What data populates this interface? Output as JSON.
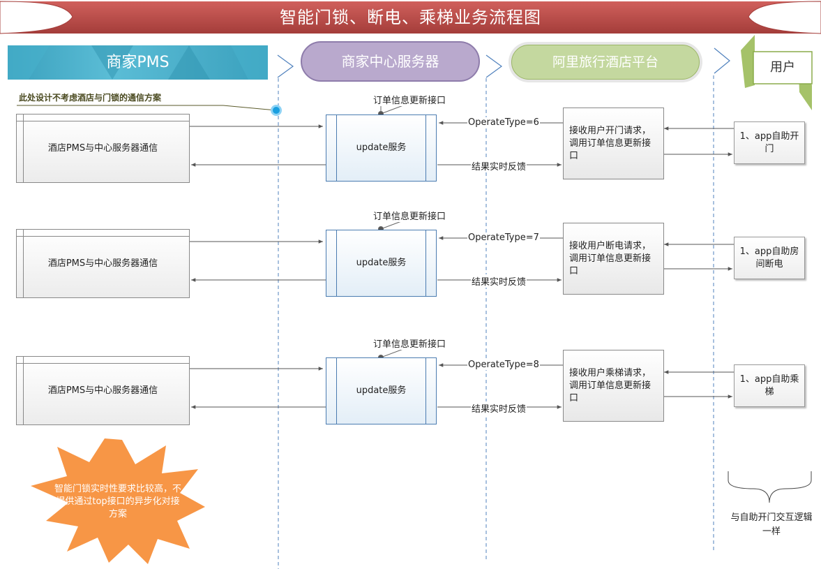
{
  "title": "智能门锁、断电、乘梯业务流程图",
  "lanes": {
    "pms": "商家PMS",
    "server": "商家中心服务器",
    "platform": "阿里旅行酒店平台",
    "user": "用户"
  },
  "note": "此处设计不考虑酒店与门锁的通信方案",
  "rows": [
    {
      "pms_box": "酒店PMS与中心服务器通信",
      "interface_label": "订单信息更新接口",
      "service": "update服务",
      "operate_type": "OperateType=6",
      "feedback": "结果实时反馈",
      "platform_box": "接收用户开门请求，调用订单信息更新接口",
      "user_box": "1、app自助开门"
    },
    {
      "pms_box": "酒店PMS与中心服务器通信",
      "interface_label": "订单信息更新接口",
      "service": "update服务",
      "operate_type": "OperateType=7",
      "feedback": "结果实时反馈",
      "platform_box": "接收用户断电请求，调用订单信息更新接口",
      "user_box": "1、app自助房间断电"
    },
    {
      "pms_box": "酒店PMS与中心服务器通信",
      "interface_label": "订单信息更新接口",
      "service": "update服务",
      "operate_type": "OperateType=8",
      "feedback": "结果实时反馈",
      "platform_box": "接收用户乘梯请求，调用订单信息更新接口",
      "user_box": "1、app自助乘梯"
    }
  ],
  "burst_note": "智能门锁实时性要求比较高，不提供通过top接口的异步化对接方案",
  "brace_note": "与自助开门交互逻辑一样",
  "colors": {
    "banner": "#c0504d",
    "pms_header": "#4bacc6",
    "server_header": "#b3a2c7",
    "platform_header": "#c3d69b",
    "user_header": "#9bbb59",
    "burst": "#f79646",
    "lane_divider": "#4f81bd"
  }
}
